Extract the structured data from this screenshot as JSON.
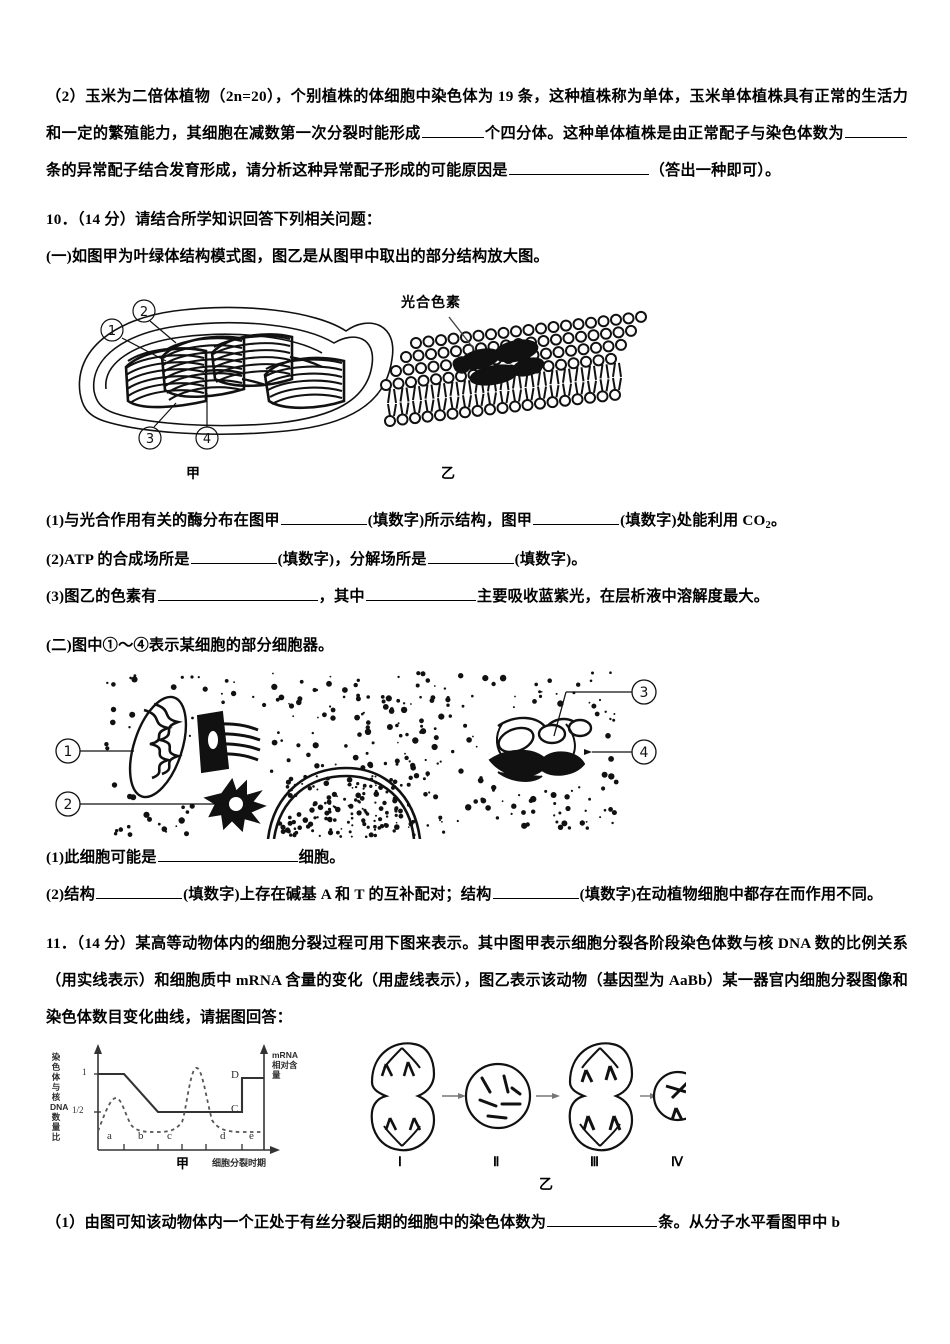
{
  "document": {
    "type": "exam-paper",
    "subject_language": "zh-CN"
  },
  "q9": {
    "part2": {
      "seg1": "（2）玉米为二倍体植物（2n=20），个别植株的体细胞中染色体为 19 条，这种植株称为单体，玉米单体植株具有正常的生活力和一定的繁殖能力，其细胞在减数第一次分裂时能形成",
      "seg2": "个四分体。这种单体植株是由正常配子与染色体数为",
      "seg3": "条的异常配子结合发育形成，请分析这种异常配子形成的可能原因是",
      "seg4": "（答出一种即可）。"
    }
  },
  "q10": {
    "stem": "10．（14 分）请结合所学知识回答下列相关问题：",
    "section_one_title": "(一)如图甲为叶绿体结构模式图，图乙是从图甲中取出的部分结构放大图。",
    "figure_a": {
      "caption": "甲",
      "labels": [
        "①",
        "②",
        "③",
        "④"
      ],
      "alt": "叶绿体结构模式图"
    },
    "figure_b": {
      "caption": "乙",
      "pointer_label": "光合色素",
      "alt": "类囊体薄膜放大图"
    },
    "sub1": {
      "seg1": "(1)与光合作用有关的酶分布在图甲",
      "seg2": "(填数字)所示结构，图甲",
      "seg3": "(填数字)处能利用 CO",
      "subscript": "2",
      "seg4": "。"
    },
    "sub2": {
      "seg1": "(2)ATP 的合成场所是",
      "seg2": "(填数字)，分解场所是",
      "seg3": "(填数字)。"
    },
    "sub3": {
      "seg1": "(3)图乙的色素有",
      "seg2": "，其中",
      "seg3": "主要吸收蓝紫光，在层析液中溶解度最大。"
    },
    "section_two_title": "(二)图中①～④表示某细胞的部分细胞器。",
    "figure_c": {
      "labels": [
        "①",
        "②",
        "③",
        "④"
      ],
      "alt": "某细胞部分细胞器模式图"
    },
    "sub4": {
      "seg1": "(1)此细胞可能是",
      "seg2": "细胞。"
    },
    "sub5": {
      "seg1": "(2)结构",
      "seg2": "(填数字)上存在碱基 A 和 T 的互补配对；结构",
      "seg3": "(填数字)在动植物细胞中都存在而作用不同。"
    }
  },
  "q11": {
    "stem": "11．（14 分）某高等动物体内的细胞分裂过程可用下图来表示。其中图甲表示细胞分裂各阶段染色体数与核 DNA 数的比例关系（用实线表示）和细胞质中 mRNA 含量的变化（用虚线表示），图乙表示该动物（基因型为 AaBb）某一器官内细胞分裂图像和染色体数目变化曲线，请据图回答：",
    "figure_yi": {
      "caption": "乙",
      "stage_labels": [
        "Ⅰ",
        "Ⅱ",
        "Ⅲ",
        "Ⅳ"
      ],
      "alt": "细胞分裂图像 Ⅰ→Ⅱ→Ⅲ→Ⅳ"
    },
    "sub1": {
      "seg1": "（1）由图可知该动物体内一个正处于有丝分裂后期的细胞中的染色体数为",
      "seg2": "条。从分子水平看图甲中 b"
    }
  },
  "chart_data": {
    "type": "line",
    "title": "甲",
    "xlabel": "细胞分裂时期",
    "ylabel": "染色体与核 DNA 数量比",
    "y2label": "mRNA 相对含量",
    "ytick_labels": [
      "1",
      "1/2"
    ],
    "ytick_values": [
      1,
      0.5
    ],
    "ylim": [
      0,
      1.25
    ],
    "xlim": [
      0,
      5
    ],
    "categories": [
      "a",
      "b",
      "c",
      "d",
      "e"
    ],
    "grid": false,
    "legend": false,
    "annotations": [
      {
        "label": "C",
        "x": 4.0,
        "y": 0.5
      },
      {
        "label": "D",
        "x": 4.05,
        "y": 0.95
      }
    ],
    "series": [
      {
        "name": "染色体数与核DNA数比例（实线）",
        "style": "solid",
        "points": [
          {
            "x": 0.0,
            "y": 1.0
          },
          {
            "x": 0.72,
            "y": 1.0
          },
          {
            "x": 1.72,
            "y": 0.5
          },
          {
            "x": 4.0,
            "y": 0.5
          },
          {
            "x": 4.0,
            "y": 0.95
          },
          {
            "x": 5.0,
            "y": 0.95
          }
        ]
      },
      {
        "name": "细胞质中 mRNA 含量（虚线）",
        "style": "dashed",
        "points": [
          {
            "x": 0.0,
            "y": 0.3
          },
          {
            "x": 0.25,
            "y": 0.78
          },
          {
            "x": 0.45,
            "y": 0.8
          },
          {
            "x": 0.7,
            "y": 0.42
          },
          {
            "x": 1.0,
            "y": 0.35
          },
          {
            "x": 1.7,
            "y": 0.33
          },
          {
            "x": 2.05,
            "y": 0.4
          },
          {
            "x": 2.35,
            "y": 1.12
          },
          {
            "x": 2.55,
            "y": 1.15
          },
          {
            "x": 2.8,
            "y": 0.52
          },
          {
            "x": 3.1,
            "y": 0.34
          },
          {
            "x": 3.8,
            "y": 0.3
          },
          {
            "x": 5.0,
            "y": 0.3
          }
        ]
      }
    ]
  }
}
